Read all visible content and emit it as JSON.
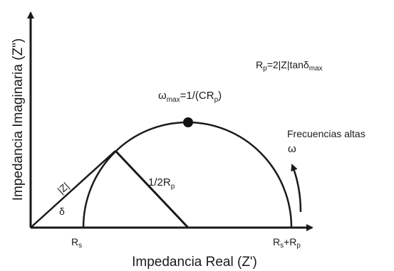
{
  "diagram": {
    "y_axis_label": "Impedancia Imaginaria (Z\")",
    "x_axis_label": "Impedancia Real (Z')",
    "formula": {
      "base": "R",
      "sub1": "p",
      "middle": "=2|Z|tanδ",
      "sub2": "max"
    },
    "omega_max": {
      "base": "ω",
      "sub1": "max",
      "middle": "=1/(CR",
      "sub2": "p",
      "tail": ")"
    },
    "high_freq_label": "Frecuencias altas",
    "omega_symbol": "ω",
    "z_label": "|Z|",
    "delta_label": "δ",
    "half_rp": {
      "base": "1/2R",
      "sub": "p"
    },
    "rs_label": {
      "base": "R",
      "sub": "s"
    },
    "rs_rp_label": {
      "base": "R",
      "sub1": "s",
      "middle": "+R",
      "sub2": "p"
    }
  }
}
